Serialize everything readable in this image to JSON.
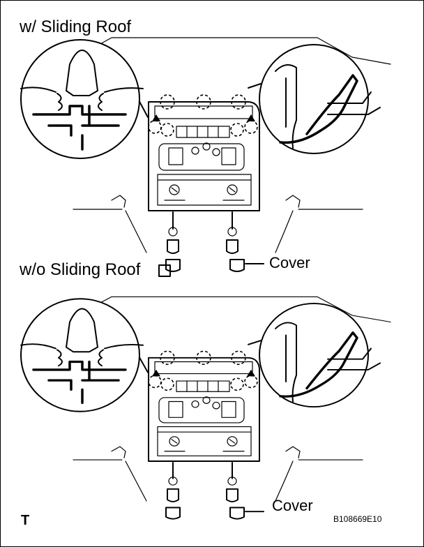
{
  "panels": [
    {
      "title": "w/ Sliding Roof",
      "callout": "Cover"
    },
    {
      "title": "w/o Sliding Roof",
      "callout": "Cover"
    }
  ],
  "footer": {
    "corner_letter": "T",
    "figure_code": "B108669E10"
  }
}
